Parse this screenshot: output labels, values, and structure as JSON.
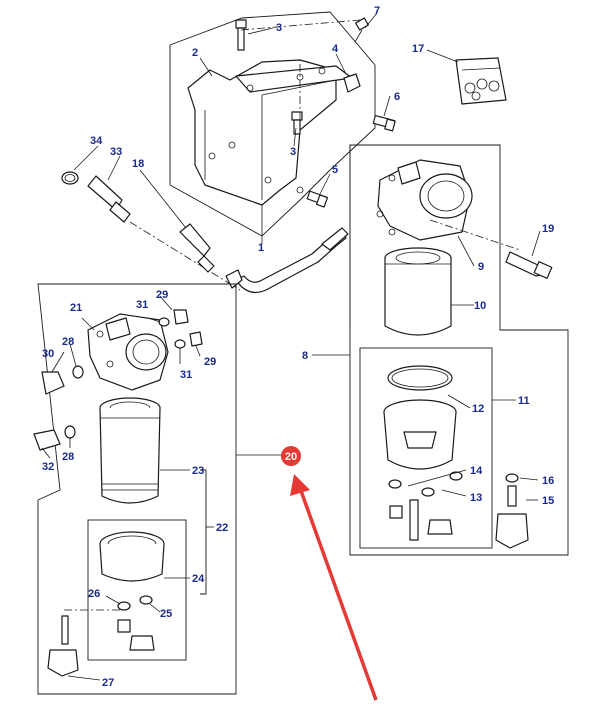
{
  "labels": {
    "p1": "1",
    "p2": "2",
    "p3a": "3",
    "p3b": "3",
    "p4": "4",
    "p5": "5",
    "p6": "6",
    "p7": "7",
    "p8": "8",
    "p9": "9",
    "p10": "10",
    "p11": "11",
    "p12": "12",
    "p13": "13",
    "p14": "14",
    "p15": "15",
    "p16": "16",
    "p17": "17",
    "p18": "18",
    "p19": "19",
    "p21": "21",
    "p22": "22",
    "p23": "23",
    "p24": "24",
    "p25": "25",
    "p26": "26",
    "p27": "27",
    "p28a": "28",
    "p28b": "28",
    "p29a": "29",
    "p29b": "29",
    "p30": "30",
    "p31a": "31",
    "p31b": "31",
    "p32": "32",
    "p33": "33",
    "p34": "34"
  },
  "highlight": {
    "label": "20",
    "callout_color": "#e53935",
    "arrow_color": "#e53935"
  },
  "colors": {
    "label_text": "#1a2a8a",
    "line": "#1a1a1a"
  }
}
